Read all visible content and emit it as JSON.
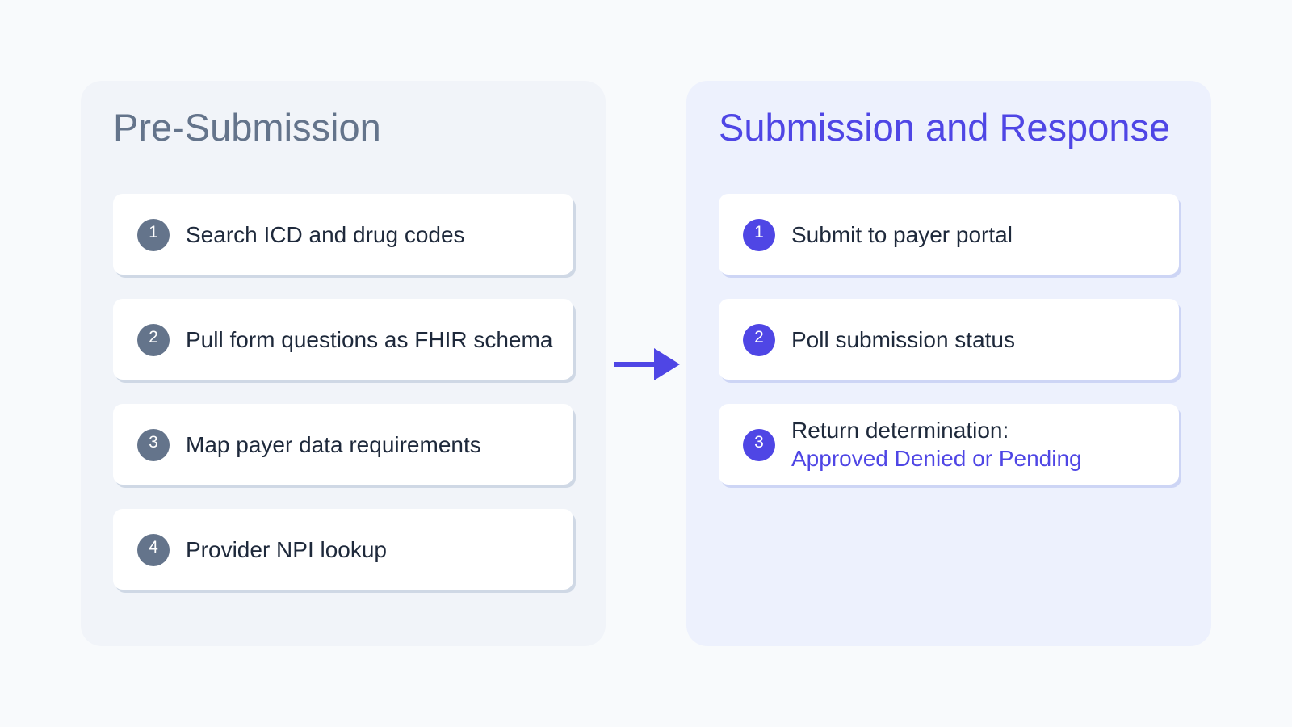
{
  "colors": {
    "background": "#f8fafc",
    "left_panel_bg": "#f1f4f9",
    "right_panel_bg": "#edf1fd",
    "left_accent": "#64748b",
    "right_accent": "#4f46e5",
    "card_bg": "#ffffff",
    "text_dark": "#1e293b"
  },
  "pre_submission": {
    "title": "Pre-Submission",
    "steps": [
      {
        "number": "1",
        "label": "Search ICD and drug codes"
      },
      {
        "number": "2",
        "label": "Pull form questions as FHIR schema"
      },
      {
        "number": "3",
        "label": "Map payer data requirements"
      },
      {
        "number": "4",
        "label": "Provider NPI lookup"
      }
    ]
  },
  "flow": {
    "arrow_icon": "arrow-right-icon"
  },
  "submission_response": {
    "title": "Submission and Response",
    "steps": [
      {
        "number": "1",
        "label": "Submit to payer portal"
      },
      {
        "number": "2",
        "label": "Poll submission status"
      },
      {
        "number": "3",
        "label": "Return determination:",
        "sublabel": "Approved Denied or Pending"
      }
    ]
  }
}
